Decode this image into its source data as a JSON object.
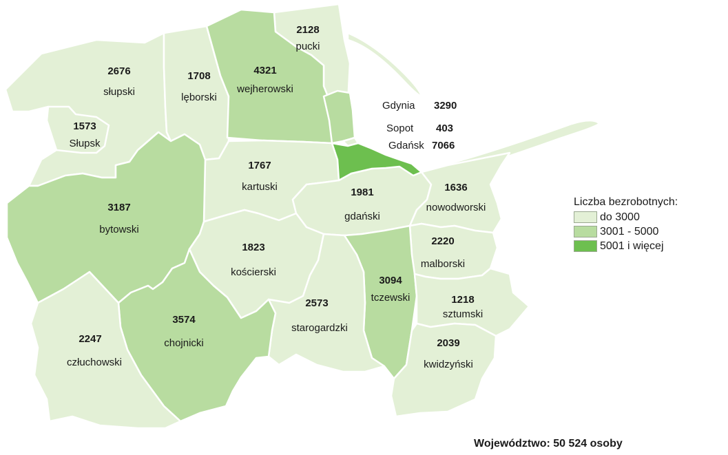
{
  "legend": {
    "title": "Liczba bezrobotnych:",
    "items": [
      {
        "label": "do 3000",
        "color": "#e3f0d6"
      },
      {
        "label": "3001 - 5000",
        "color": "#b8dca0"
      },
      {
        "label": "5001 i więcej",
        "color": "#6dbf4f"
      }
    ]
  },
  "regions": [
    {
      "key": "pucki",
      "name": "pucki",
      "value": "2128",
      "class": 0
    },
    {
      "key": "slupski",
      "name": "słupski",
      "value": "2676",
      "class": 0
    },
    {
      "key": "leborski",
      "name": "lęborski",
      "value": "1708",
      "class": 0
    },
    {
      "key": "wejherowski",
      "name": "wejherowski",
      "value": "4321",
      "class": 1
    },
    {
      "key": "slupsk",
      "name": "Słupsk",
      "value": "1573",
      "class": 0
    },
    {
      "key": "kartuski",
      "name": "kartuski",
      "value": "1767",
      "class": 0
    },
    {
      "key": "bytowski",
      "name": "bytowski",
      "value": "3187",
      "class": 1
    },
    {
      "key": "gdanski",
      "name": "gdański",
      "value": "1981",
      "class": 0
    },
    {
      "key": "nowodworski",
      "name": "nowodworski",
      "value": "1636",
      "class": 0
    },
    {
      "key": "koscierski",
      "name": "kościerski",
      "value": "1823",
      "class": 0
    },
    {
      "key": "malborski",
      "name": "malborski",
      "value": "2220",
      "class": 0
    },
    {
      "key": "tczewski",
      "name": "tczewski",
      "value": "3094",
      "class": 1
    },
    {
      "key": "starogardzki",
      "name": "starogardzki",
      "value": "2573",
      "class": 0
    },
    {
      "key": "sztumski",
      "name": "sztumski",
      "value": "1218",
      "class": 0
    },
    {
      "key": "chojnicki",
      "name": "chojnicki",
      "value": "3574",
      "class": 1
    },
    {
      "key": "czluchowski",
      "name": "człuchowski",
      "value": "2247",
      "class": 0
    },
    {
      "key": "kwidzynski",
      "name": "kwidzyński",
      "value": "2039",
      "class": 0
    }
  ],
  "cities": [
    {
      "key": "gdynia",
      "name": "Gdynia",
      "value": "3290",
      "class": 1
    },
    {
      "key": "sopot",
      "name": "Sopot",
      "value": "403",
      "class": 0
    },
    {
      "key": "gdansk",
      "name": "Gdańsk",
      "value": "7066",
      "class": 2
    }
  ],
  "summary": "Województwo: 50 524 osoby"
}
